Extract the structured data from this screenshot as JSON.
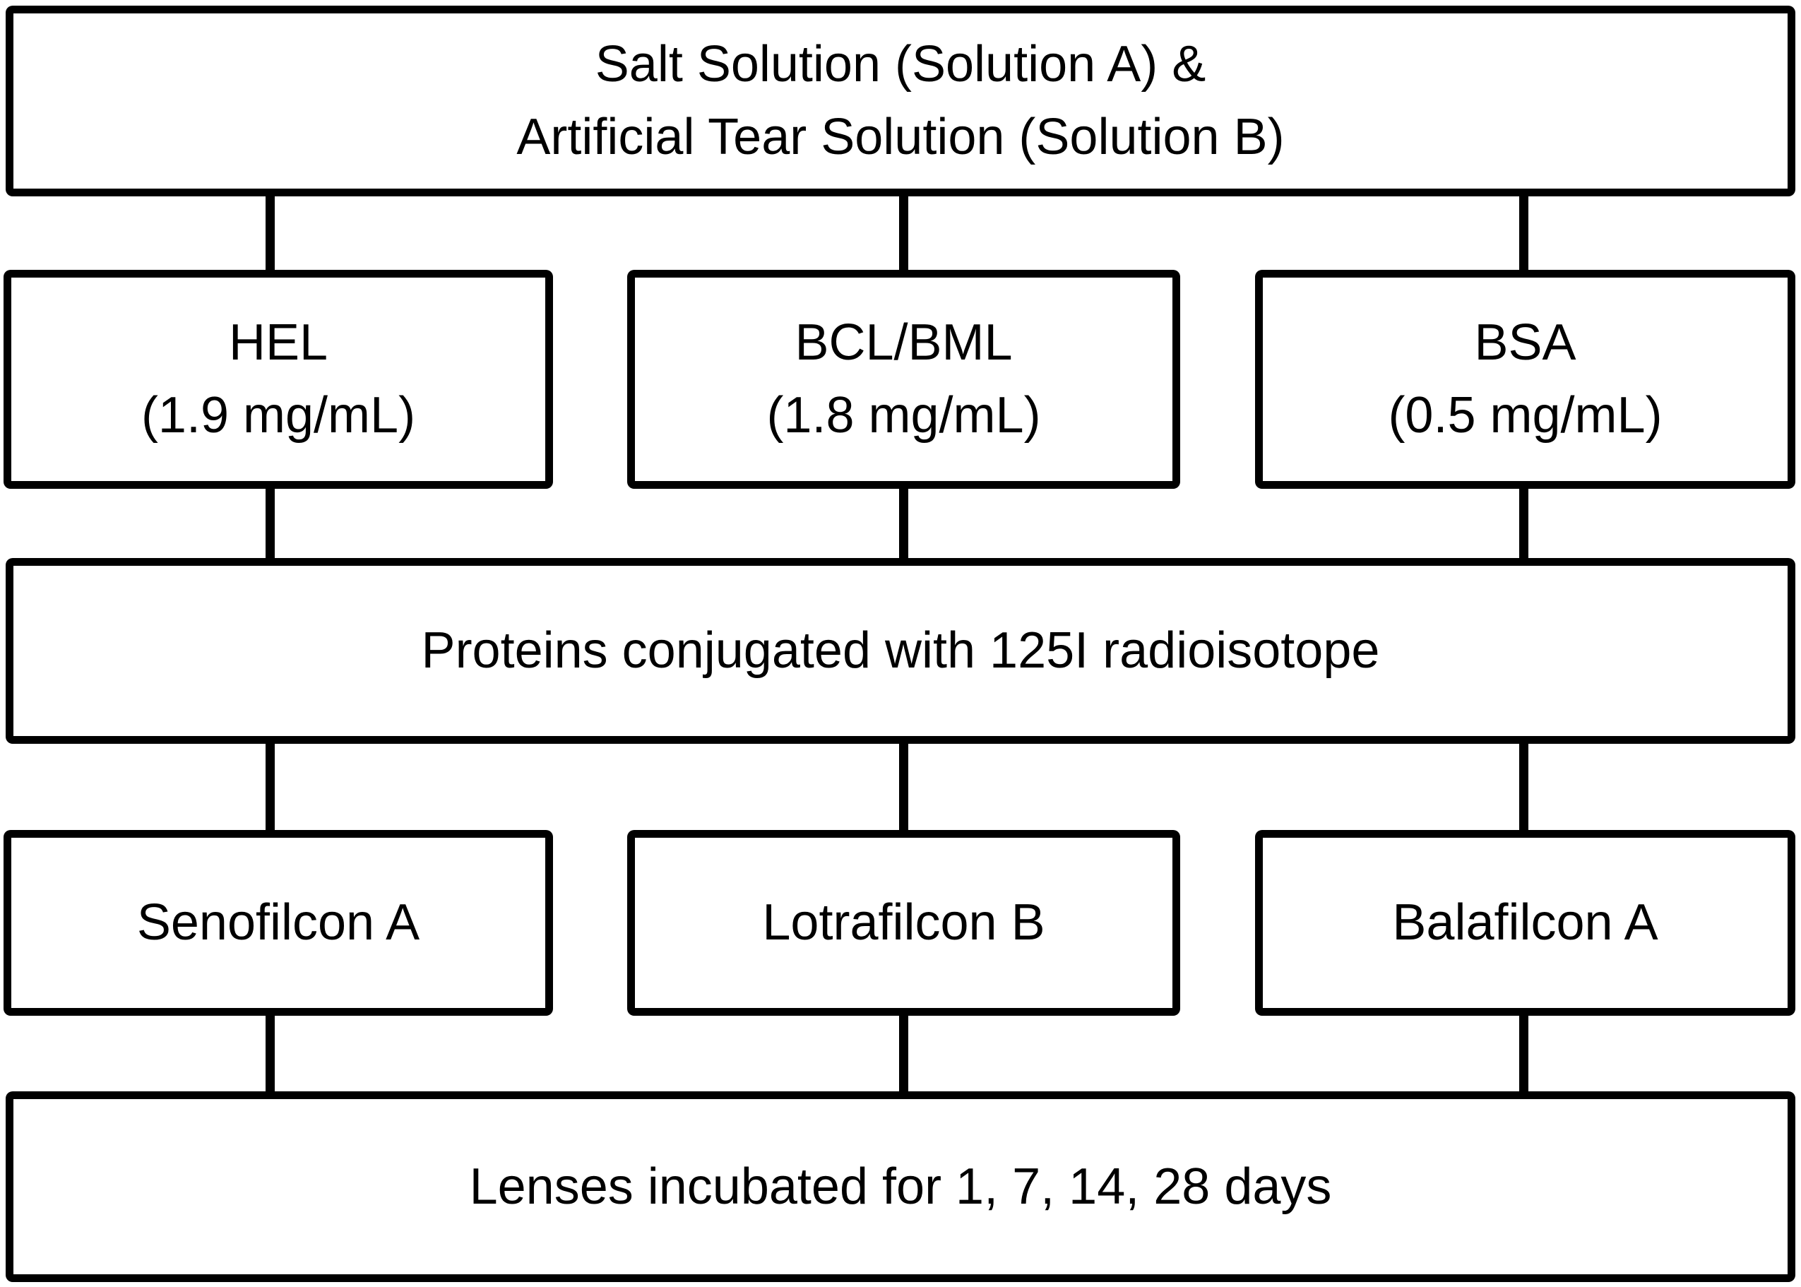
{
  "diagram": {
    "source": {
      "line1": "Salt Solution (Solution A) &",
      "line2": "Artificial Tear Solution (Solution B)"
    },
    "proteins": [
      {
        "name": "HEL",
        "conc": "(1.9 mg/mL)"
      },
      {
        "name": "BCL/BML",
        "conc": "(1.8 mg/mL)"
      },
      {
        "name": "BSA",
        "conc": "(0.5 mg/mL)"
      }
    ],
    "conjugation": "Proteins conjugated with 125I radioisotope",
    "lenses": [
      "Senofilcon A",
      "Lotrafilcon B",
      "Balafilcon A"
    ],
    "incubation": "Lenses incubated for 1, 7, 14, 28 days",
    "colors": {
      "line": "#000000",
      "background": "#ffffff",
      "text": "#000000"
    }
  }
}
